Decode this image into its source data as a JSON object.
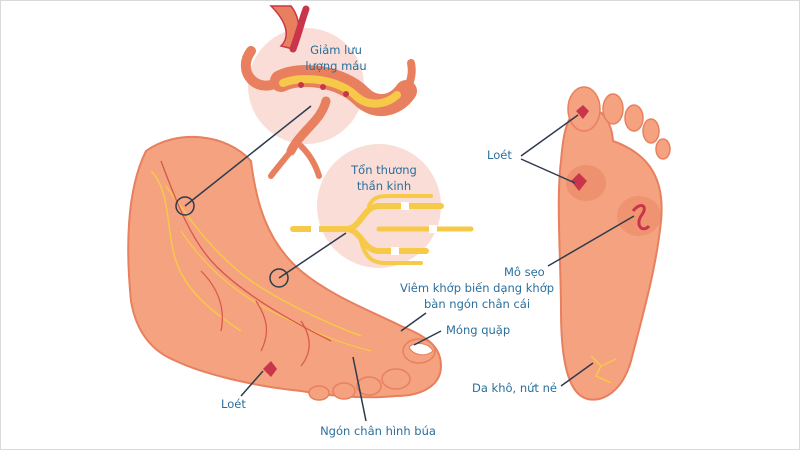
{
  "colors": {
    "label_text": "#2a6f9e",
    "pointer_line": "#2e3b4e",
    "skin": "#f4a27f",
    "skin_dark": "#e8805f",
    "vein": "#d9564a",
    "nerve": "#f7c948",
    "bubble": "#f9ddd6",
    "ulcer": "#c9354a"
  },
  "labels": {
    "reduced_blood_flow": [
      "Giảm lưu",
      "lượng máu"
    ],
    "nerve_damage": [
      "Tổn thương",
      "thần kinh"
    ],
    "ulcer_sole": "Loét",
    "scar_tissue": "Mô sẹo",
    "bunion": [
      "Viêm khớp biến dạng khớp",
      "bàn ngón chân cái"
    ],
    "ingrown_nail": "Móng quặp",
    "dry_cracked_skin": "Da khô, nứt nẻ",
    "ulcer_foot": "Loét",
    "hammer_toe": "Ngón chân hình búa"
  }
}
